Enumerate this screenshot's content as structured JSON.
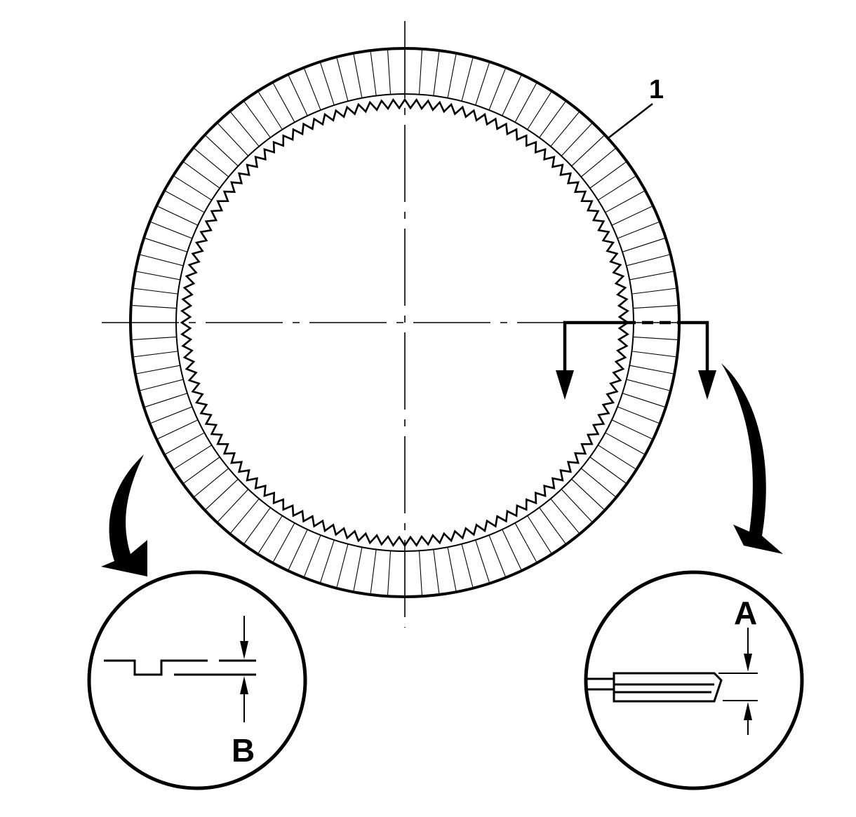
{
  "labels": {
    "callout": "1",
    "dim_a": "A",
    "dim_b": "B"
  },
  "counts": {
    "friction_segments": 100,
    "spline_teeth": 120
  },
  "colors": {
    "ink": "#000000",
    "paper": "#ffffff"
  },
  "icons": {
    "arrow_left_detail": "curved-arrow-icon",
    "arrow_right_detail": "curved-arrow-icon",
    "section_arrow": "arrow-down-icon"
  }
}
